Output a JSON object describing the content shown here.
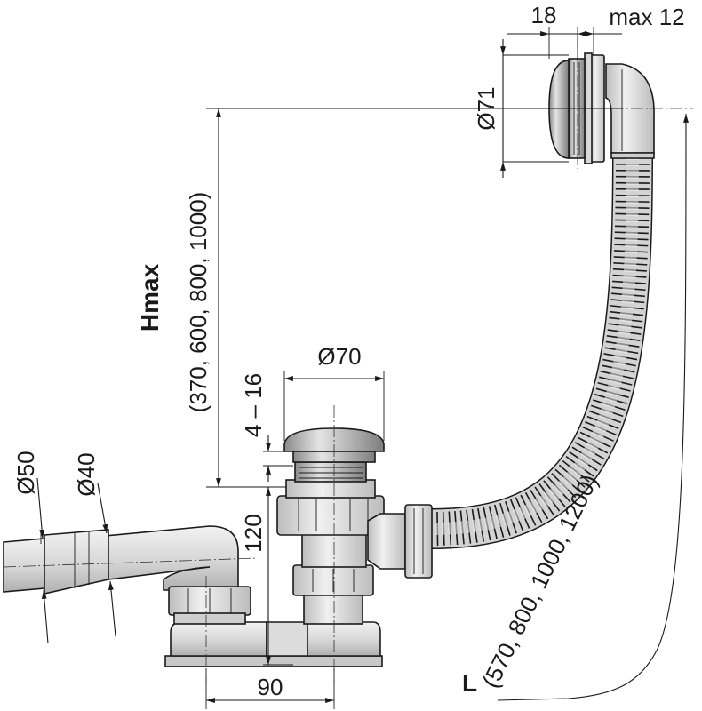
{
  "dimensions": {
    "flange_thickness": "18",
    "wall_max": "max 12",
    "overflow_diameter": "Ø71",
    "hmax_label": "Hmax",
    "hmax_values": "(370, 600, 800, 1000)",
    "plug_diameter": "Ø70",
    "plug_stroke": "4 – 16",
    "trap_height": "120",
    "outlet_outer_diameter": "Ø50",
    "outlet_inner_diameter": "Ø40",
    "trap_offset": "90",
    "length_label": "L",
    "length_values": "(570, 800, 1000, 1200)"
  },
  "colors": {
    "line": "#1a1a1a",
    "metal_light": "#dcdcdc",
    "metal_mid": "#a8a8a8",
    "metal_dark": "#7a7a7a",
    "plastic": "#e6e6e6",
    "plastic_shade": "#c9c9c9",
    "hose": "#d0d0d0"
  }
}
